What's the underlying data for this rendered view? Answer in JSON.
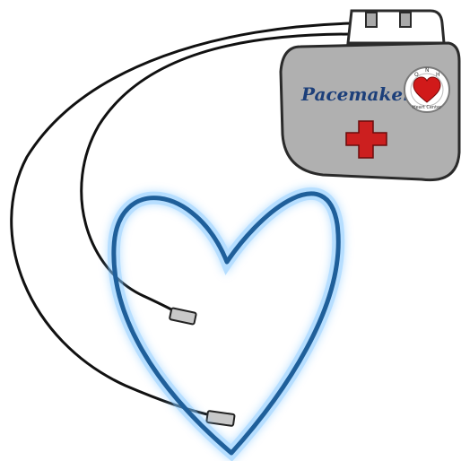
{
  "device": {
    "label": "Pacemaker",
    "emblem_text": "Heart Center",
    "emblem_letters": [
      "O",
      "N",
      "H"
    ]
  },
  "colors": {
    "device_fill": "#b0b0b0",
    "device_stroke": "#2a2a2a",
    "label_color": "#1c3f7a",
    "cross_color": "#cc1f1f",
    "heart_outline": "#1f5f9a",
    "heart_glow": "#7cc4ff",
    "lead_color": "#111111",
    "electrode_fill": "#c9c9c9"
  }
}
